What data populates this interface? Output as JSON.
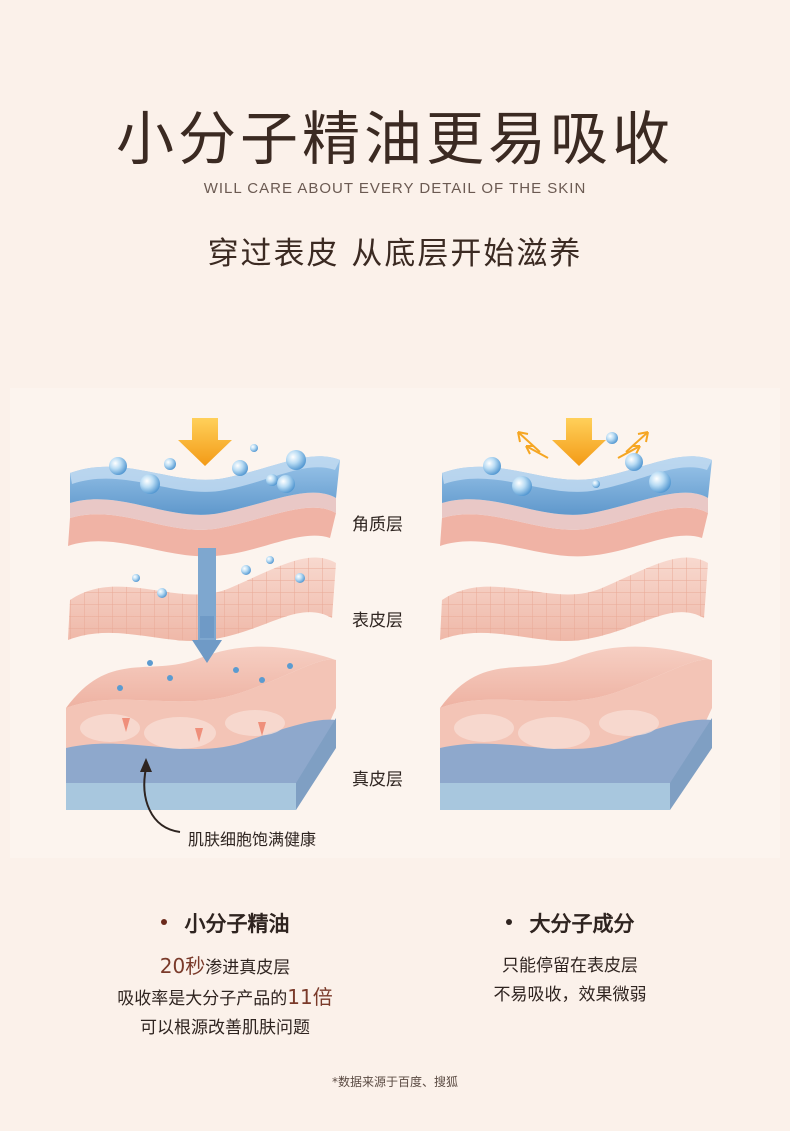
{
  "header": {
    "title": "小分子精油更易吸收",
    "subtitle_en": "WILL CARE ABOUT EVERY DETAIL OF THE SKIN",
    "subtitle_cn": "穿过表皮 从底层开始滋养"
  },
  "diagram": {
    "layers": {
      "stratum_corneum": "角质层",
      "epidermis": "表皮层",
      "dermis": "真皮层"
    },
    "annotation": "肌肤细胞饱满健康",
    "colors": {
      "accent_arrow": "#f5a623",
      "water_layer": "#7fb1dd",
      "skin_pink": "#f3c6b9",
      "dermis_blue": "#a9c6dc"
    }
  },
  "comparison": {
    "small": {
      "heading": "小分子精油",
      "line1_value": "20秒",
      "line1_text": "渗进真皮层",
      "line2_text": "吸收率是大分子产品的",
      "line2_value": "11倍",
      "line3_text": "可以根源改善肌肤问题"
    },
    "large": {
      "heading": "大分子成分",
      "line1_text": "只能停留在表皮层",
      "line2_text": "不易吸收，效果微弱"
    }
  },
  "footnote": "*数据来源于百度、搜狐"
}
